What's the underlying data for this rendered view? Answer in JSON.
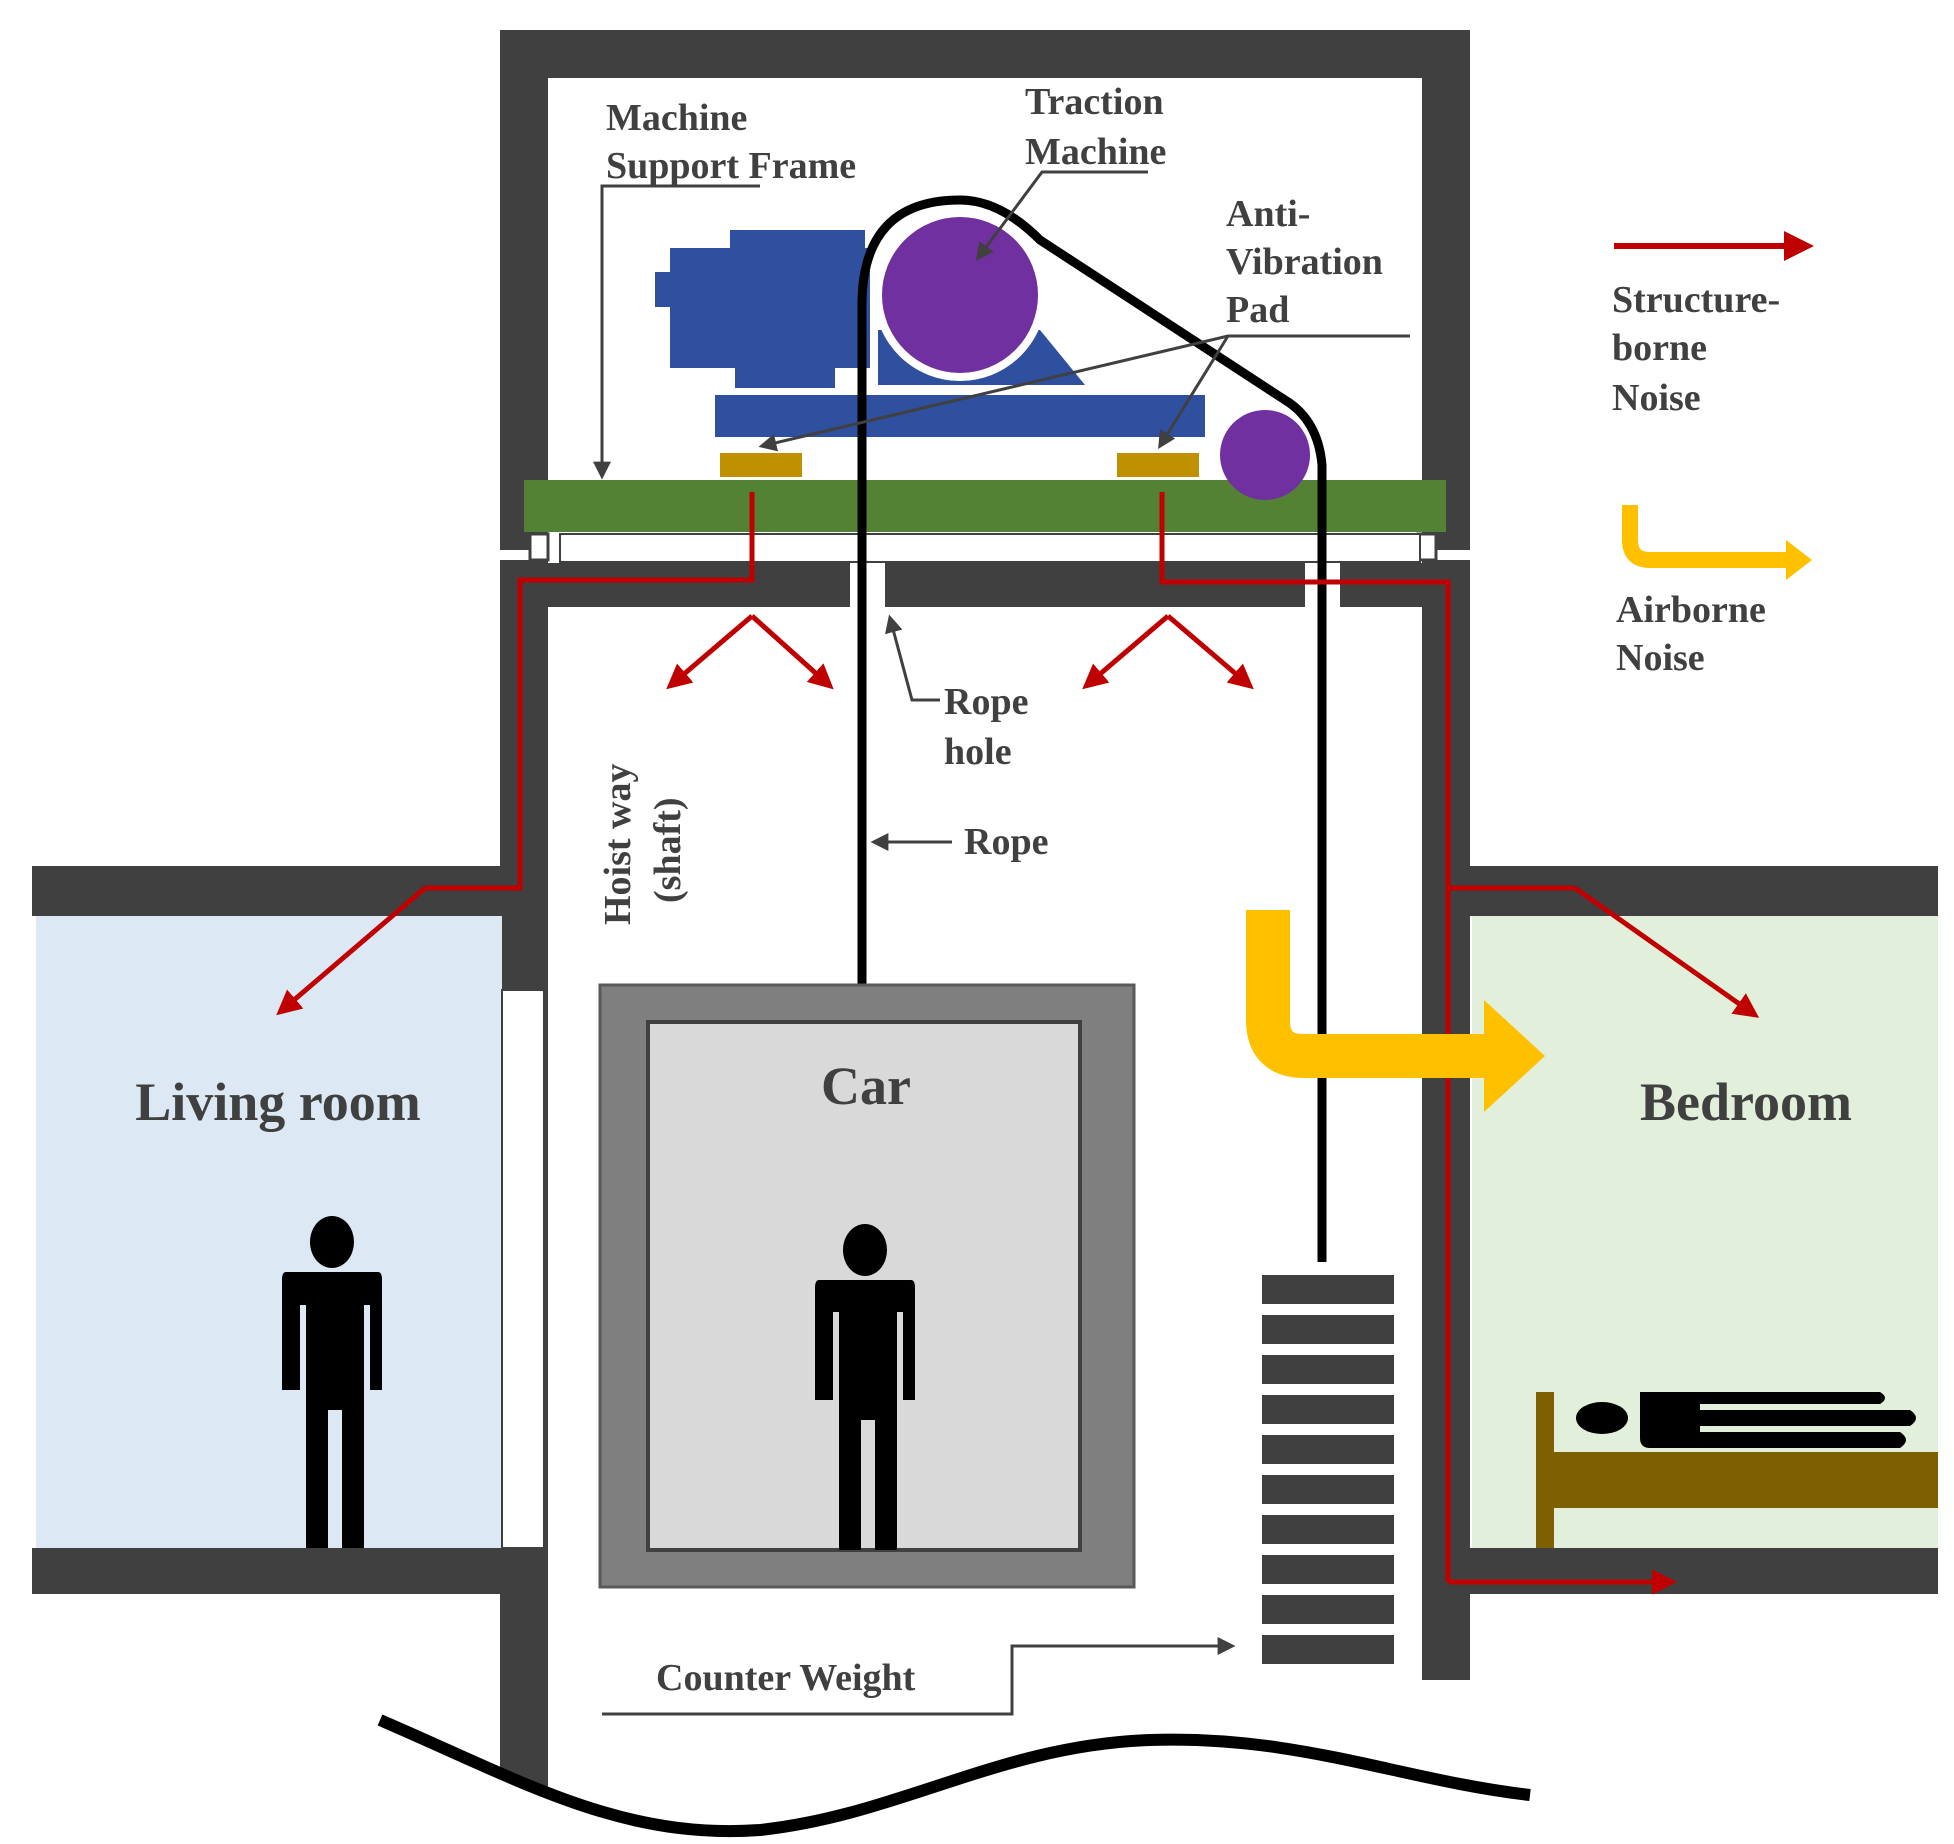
{
  "labels": {
    "machine_support_frame": [
      "Machine",
      "Support Frame"
    ],
    "traction_machine": [
      "Traction",
      "Machine"
    ],
    "anti_vibration_pad": [
      "Anti-",
      "Vibration",
      "Pad"
    ],
    "rope_hole": [
      "Rope",
      "hole"
    ],
    "rope": "Rope",
    "hoist_way": [
      "Hoist way",
      "(shaft)"
    ],
    "car": "Car",
    "counter_weight": "Counter Weight",
    "living_room": "Living room",
    "bedroom": "Bedroom"
  },
  "legend": {
    "structure_borne": [
      "Structure-",
      "borne",
      "Noise"
    ],
    "airborne": [
      "Airborne",
      "Noise"
    ]
  },
  "colors": {
    "wall": "#404040",
    "structure_borne_noise": "#c00000",
    "airborne_noise": "#ffc000",
    "support_frame": "#548235",
    "motor": "#2f4f9f",
    "sheave": "#7030a0",
    "pad": "#bf9000",
    "living_room_fill": "#dde8f5",
    "bedroom_fill": "#e2efda",
    "car_frame": "#7f7f7f",
    "car_inside": "#d9d9d9",
    "bed": "#7f6000"
  }
}
